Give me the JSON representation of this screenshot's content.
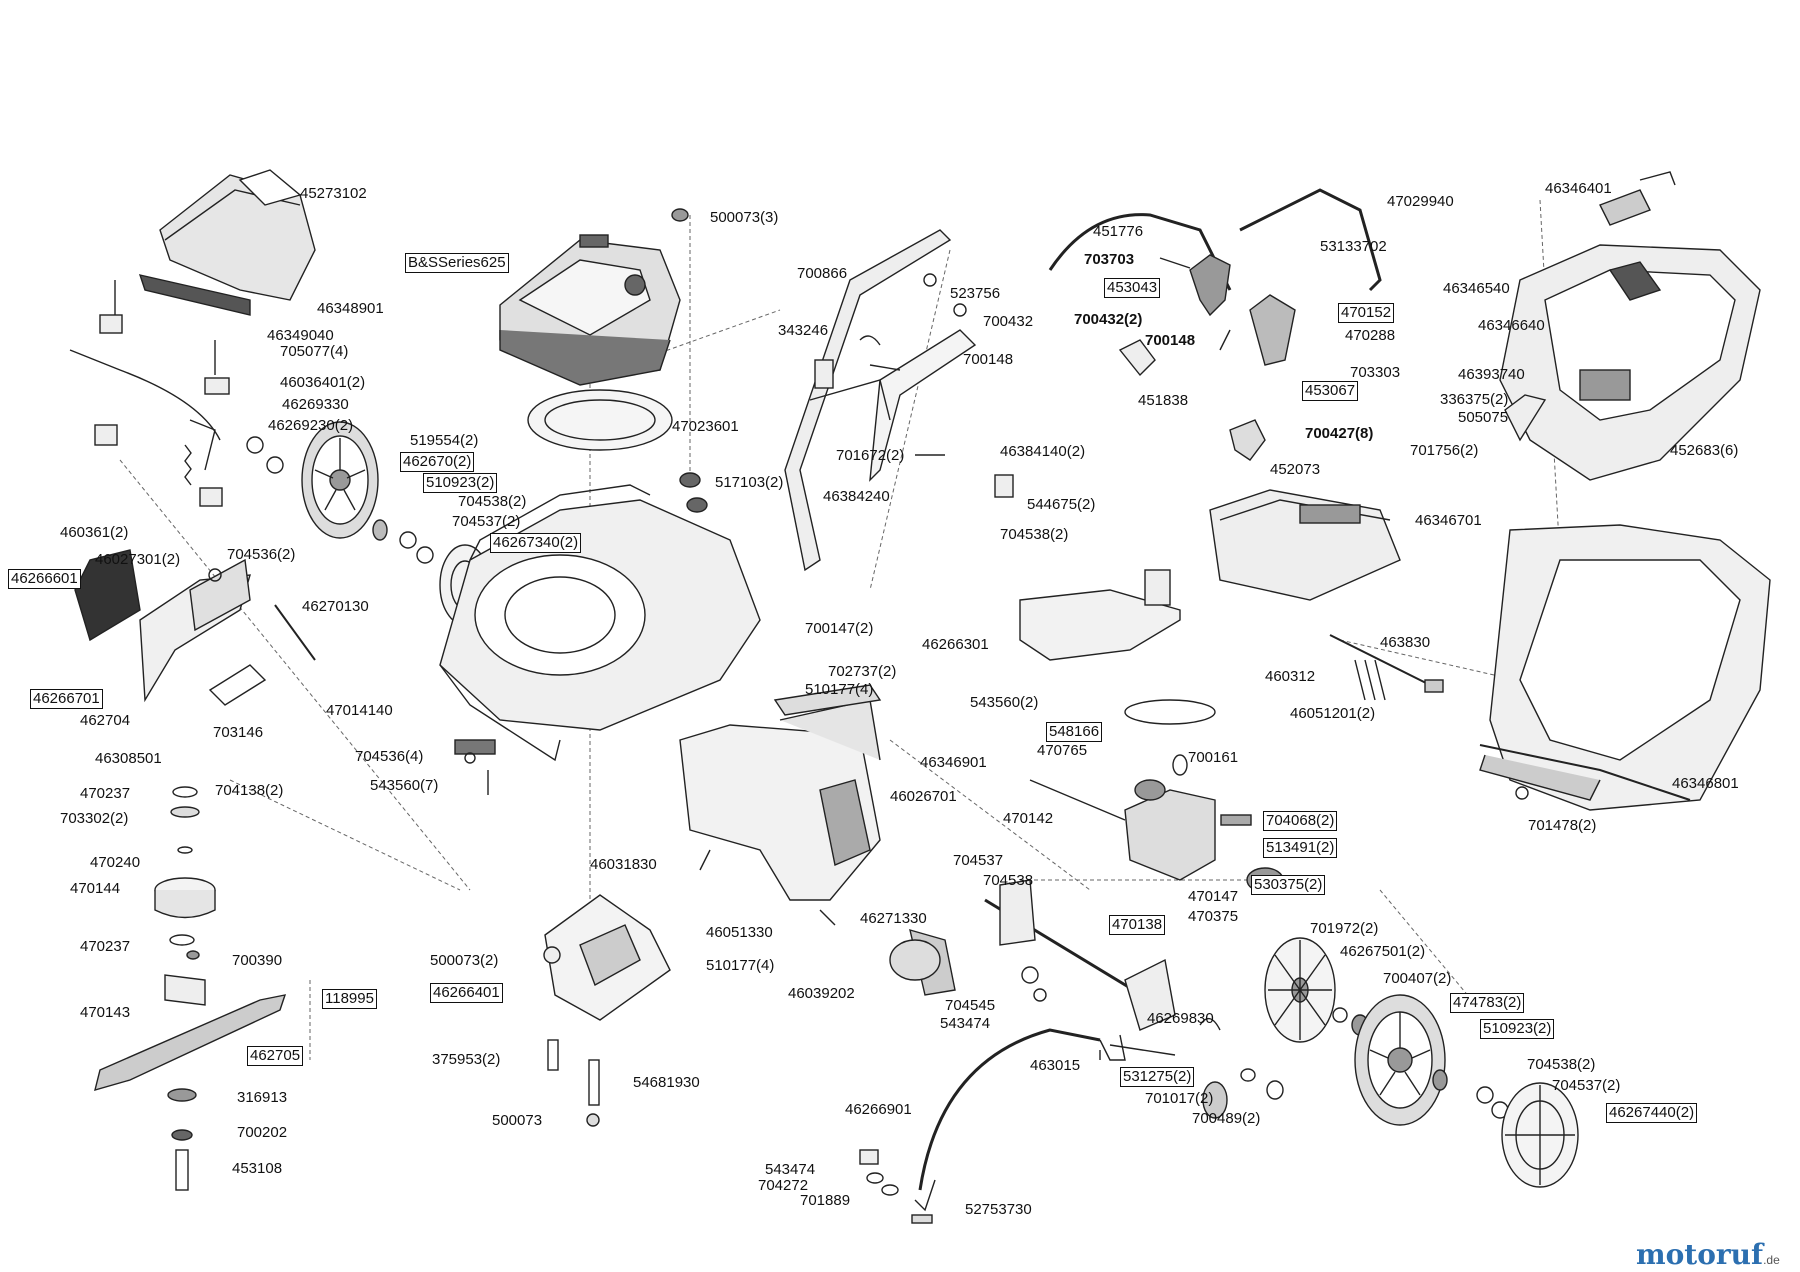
{
  "labels": [
    {
      "id": "p1",
      "text": "45273102"
    },
    {
      "id": "p2",
      "text": "46348901"
    },
    {
      "id": "p3",
      "text": "46349040"
    },
    {
      "id": "p4",
      "text": "705077(4)"
    },
    {
      "id": "p5",
      "text": "46036401(2)"
    },
    {
      "id": "p6",
      "text": "46269330"
    },
    {
      "id": "p7",
      "text": "46269230(2)"
    },
    {
      "id": "p8",
      "text": "519554(2)"
    },
    {
      "id": "p9",
      "text": "462670(2)",
      "boxed": true
    },
    {
      "id": "p10",
      "text": "510923(2)",
      "boxed": true
    },
    {
      "id": "p11",
      "text": "704538(2)"
    },
    {
      "id": "p12",
      "text": "704537(2)"
    },
    {
      "id": "p13",
      "text": "46267340(2)",
      "boxed": true
    },
    {
      "id": "p14",
      "text": "460361(2)"
    },
    {
      "id": "p15",
      "text": "46027301(2)"
    },
    {
      "id": "p16",
      "text": "704536(2)"
    },
    {
      "id": "p17",
      "text": "46266601",
      "boxed": true
    },
    {
      "id": "p18",
      "text": "46270130"
    },
    {
      "id": "p19",
      "text": "46266701",
      "boxed": true
    },
    {
      "id": "p20",
      "text": "462704"
    },
    {
      "id": "p21",
      "text": "703146"
    },
    {
      "id": "p22",
      "text": "46308501"
    },
    {
      "id": "p23",
      "text": "470237"
    },
    {
      "id": "p24",
      "text": "704138(2)"
    },
    {
      "id": "p25",
      "text": "703302(2)"
    },
    {
      "id": "p26",
      "text": "470240"
    },
    {
      "id": "p27",
      "text": "470144"
    },
    {
      "id": "p28",
      "text": "470237"
    },
    {
      "id": "p29",
      "text": "700390"
    },
    {
      "id": "p30",
      "text": "470143"
    },
    {
      "id": "p31",
      "text": "118995",
      "boxed": true
    },
    {
      "id": "p32",
      "text": "462705",
      "boxed": true
    },
    {
      "id": "p33",
      "text": "316913"
    },
    {
      "id": "p34",
      "text": "700202"
    },
    {
      "id": "p35",
      "text": "453108"
    },
    {
      "id": "p36",
      "text": "500073(3)"
    },
    {
      "id": "p37",
      "text": "B&SSeries625",
      "boxed": true
    },
    {
      "id": "p38",
      "text": "47023601"
    },
    {
      "id": "p39",
      "text": "517103(2)"
    },
    {
      "id": "p40",
      "text": "47014140"
    },
    {
      "id": "p41",
      "text": "704536(4)"
    },
    {
      "id": "p42",
      "text": "543560(7)"
    },
    {
      "id": "p43",
      "text": "700866"
    },
    {
      "id": "p44",
      "text": "523756"
    },
    {
      "id": "p45",
      "text": "700432"
    },
    {
      "id": "p46",
      "text": "343246"
    },
    {
      "id": "p47",
      "text": "700148"
    },
    {
      "id": "p48",
      "text": "701672(2)"
    },
    {
      "id": "p49",
      "text": "46384140(2)"
    },
    {
      "id": "p50",
      "text": "46384240"
    },
    {
      "id": "p51",
      "text": "544675(2)"
    },
    {
      "id": "p52",
      "text": "704538(2)"
    },
    {
      "id": "p53",
      "text": "700147(2)"
    },
    {
      "id": "p54",
      "text": "702737(2)"
    },
    {
      "id": "p55",
      "text": "510177(4)"
    },
    {
      "id": "p56",
      "text": "46266301"
    },
    {
      "id": "p57",
      "text": "543560(2)"
    },
    {
      "id": "p58",
      "text": "46346901"
    },
    {
      "id": "p59",
      "text": "46026701"
    },
    {
      "id": "p60",
      "text": "46031830"
    },
    {
      "id": "p61",
      "text": "46051330"
    },
    {
      "id": "p62",
      "text": "510177(4)"
    },
    {
      "id": "p63",
      "text": "46039202"
    },
    {
      "id": "p64",
      "text": "500073(2)"
    },
    {
      "id": "p65",
      "text": "46266401",
      "boxed": true
    },
    {
      "id": "p66",
      "text": "375953(2)"
    },
    {
      "id": "p67",
      "text": "54681930"
    },
    {
      "id": "p68",
      "text": "500073"
    },
    {
      "id": "p69",
      "text": "451776"
    },
    {
      "id": "p70",
      "text": "47029940"
    },
    {
      "id": "p71",
      "text": "53133702"
    },
    {
      "id": "p72",
      "text": "703703",
      "bold": true
    },
    {
      "id": "p73",
      "text": "453043",
      "boxed": true
    },
    {
      "id": "p74",
      "text": "700432(2)",
      "bold": true
    },
    {
      "id": "p75",
      "text": "470152",
      "boxed": true
    },
    {
      "id": "p76",
      "text": "470288"
    },
    {
      "id": "p77",
      "text": "700148",
      "bold": true
    },
    {
      "id": "p78",
      "text": "703303"
    },
    {
      "id": "p79",
      "text": "453067",
      "boxed": true
    },
    {
      "id": "p80",
      "text": "451838"
    },
    {
      "id": "p81",
      "text": "700427(8)",
      "bold": true
    },
    {
      "id": "p82",
      "text": "452073"
    },
    {
      "id": "p83",
      "text": "46346701"
    },
    {
      "id": "p84",
      "text": "463830"
    },
    {
      "id": "p85",
      "text": "460312"
    },
    {
      "id": "p86",
      "text": "46051201(2)"
    },
    {
      "id": "p87",
      "text": "548166",
      "boxed": true
    },
    {
      "id": "p88",
      "text": "470765"
    },
    {
      "id": "p89",
      "text": "700161"
    },
    {
      "id": "p90",
      "text": "470142"
    },
    {
      "id": "p91",
      "text": "704068(2)",
      "boxed": true
    },
    {
      "id": "p92",
      "text": "513491(2)",
      "boxed": true
    },
    {
      "id": "p93",
      "text": "704537"
    },
    {
      "id": "p94",
      "text": "704538"
    },
    {
      "id": "p95",
      "text": "470147"
    },
    {
      "id": "p96",
      "text": "530375(2)",
      "boxed": true
    },
    {
      "id": "p97",
      "text": "46271330"
    },
    {
      "id": "p98",
      "text": "470138",
      "boxed": true
    },
    {
      "id": "p99",
      "text": "470375"
    },
    {
      "id": "p100",
      "text": "701972(2)"
    },
    {
      "id": "p101",
      "text": "46267501(2)"
    },
    {
      "id": "p102",
      "text": "700407(2)"
    },
    {
      "id": "p103",
      "text": "474783(2)",
      "boxed": true
    },
    {
      "id": "p104",
      "text": "510923(2)",
      "boxed": true
    },
    {
      "id": "p105",
      "text": "704545"
    },
    {
      "id": "p106",
      "text": "543474"
    },
    {
      "id": "p107",
      "text": "46269830"
    },
    {
      "id": "p108",
      "text": "463015"
    },
    {
      "id": "p109",
      "text": "531275(2)",
      "boxed": true
    },
    {
      "id": "p110",
      "text": "701017(2)"
    },
    {
      "id": "p111",
      "text": "700489(2)"
    },
    {
      "id": "p112",
      "text": "704538(2)"
    },
    {
      "id": "p113",
      "text": "704537(2)"
    },
    {
      "id": "p114",
      "text": "46267440(2)",
      "boxed": true
    },
    {
      "id": "p115",
      "text": "46266901"
    },
    {
      "id": "p116",
      "text": "543474"
    },
    {
      "id": "p117",
      "text": "704272"
    },
    {
      "id": "p118",
      "text": "701889"
    },
    {
      "id": "p119",
      "text": "52753730"
    },
    {
      "id": "p120",
      "text": "46346401"
    },
    {
      "id": "p121",
      "text": "46346540"
    },
    {
      "id": "p122",
      "text": "46346640"
    },
    {
      "id": "p123",
      "text": "46393740"
    },
    {
      "id": "p124",
      "text": "336375(2)"
    },
    {
      "id": "p125",
      "text": "505075"
    },
    {
      "id": "p126",
      "text": "701756(2)"
    },
    {
      "id": "p127",
      "text": "452683(6)"
    },
    {
      "id": "p128",
      "text": "46346801"
    },
    {
      "id": "p129",
      "text": "701478(2)"
    }
  ],
  "logo": {
    "text": "motoruf",
    "suffix": ".de"
  }
}
